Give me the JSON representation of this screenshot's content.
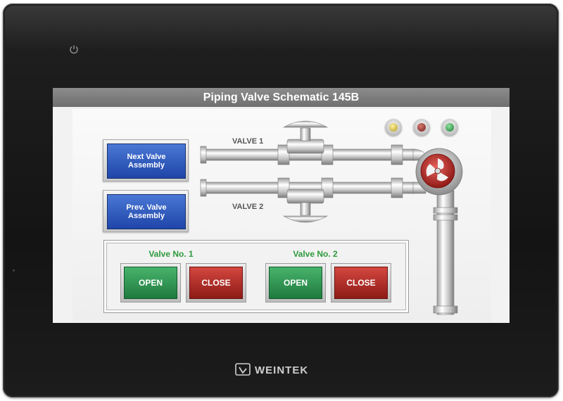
{
  "screen": {
    "title": "Piping Valve Schematic 145B"
  },
  "nav": {
    "next_label": "Next Valve\nAssembly",
    "prev_label": "Prev. Valve\nAssembly"
  },
  "pipes": {
    "valve1_label": "VALVE 1",
    "valve2_label": "VALVE 2"
  },
  "valves": [
    {
      "label": "Valve No. 1",
      "open_label": "OPEN",
      "close_label": "CLOSE"
    },
    {
      "label": "Valve No. 2",
      "open_label": "OPEN",
      "close_label": "CLOSE"
    }
  ],
  "indicators": [
    {
      "name": "yellow",
      "color": "#d8c24a"
    },
    {
      "name": "red",
      "color": "#9e3a30"
    },
    {
      "name": "green",
      "color": "#2fa84a"
    }
  ],
  "device": {
    "brand": "WEINTEK"
  },
  "colors": {
    "title_bar": "#7a7a7a",
    "nav_button": "#2b55bd",
    "open_button": "#2e8f4f",
    "close_button": "#b52f29",
    "group_label": "#2c9a3c",
    "pump_red": "#c9302c"
  }
}
